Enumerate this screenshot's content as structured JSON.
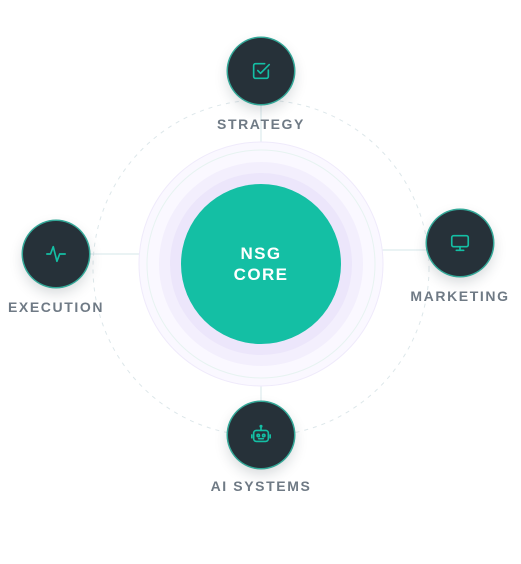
{
  "core": {
    "line1": "NSG",
    "line2": "CORE"
  },
  "nodes": {
    "strategy": {
      "label": "STRATEGY",
      "icon": "checkbox-icon"
    },
    "marketing": {
      "label": "MARKETING",
      "icon": "monitor-icon"
    },
    "execution": {
      "label": "EXECUTION",
      "icon": "pulse-icon"
    },
    "ai_systems": {
      "label": "AI SYSTEMS",
      "icon": "robot-icon"
    }
  },
  "colors": {
    "accent": "#14bfa4",
    "node_bg": "#263139",
    "label": "#6f7a85",
    "halo": "#efeafc"
  }
}
